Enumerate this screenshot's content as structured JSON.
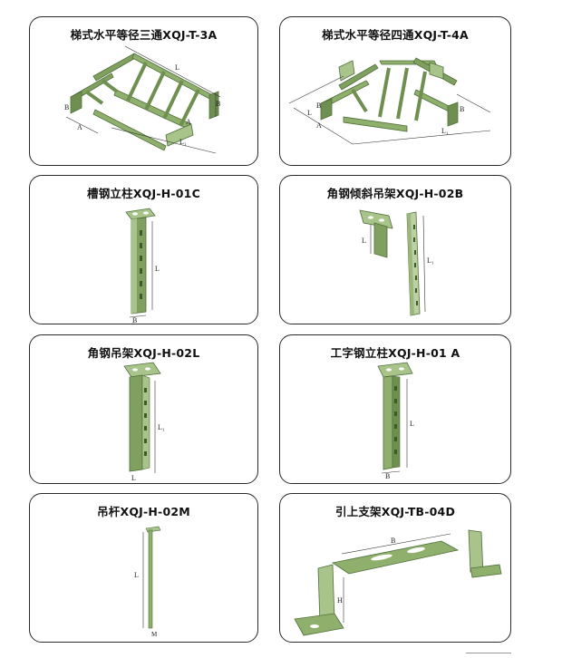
{
  "products": [
    {
      "title": "梯式水平等径三通XQJ-T-3A"
    },
    {
      "title": "梯式水平等径四通XQJ-T-4A"
    },
    {
      "title": "槽钢立柱XQJ-H-01C"
    },
    {
      "title": "角钢倾斜吊架XQJ-H-02B"
    },
    {
      "title": "角钢吊架XQJ-H-02L"
    },
    {
      "title": "工字钢立柱XQJ-H-01 A"
    },
    {
      "title": "吊杆XQJ-H-02M"
    },
    {
      "title": "引上支架XQJ-TB-04D"
    }
  ],
  "dimension_labels": {
    "L": "L",
    "L1": "L₁",
    "B": "B",
    "A": "A",
    "H": "H",
    "M": "M"
  },
  "colors": {
    "steel_green": "#7fa05e",
    "steel_dark": "#4f6e3a",
    "steel_light": "#a9c48a",
    "border": "#2a2a2a"
  }
}
